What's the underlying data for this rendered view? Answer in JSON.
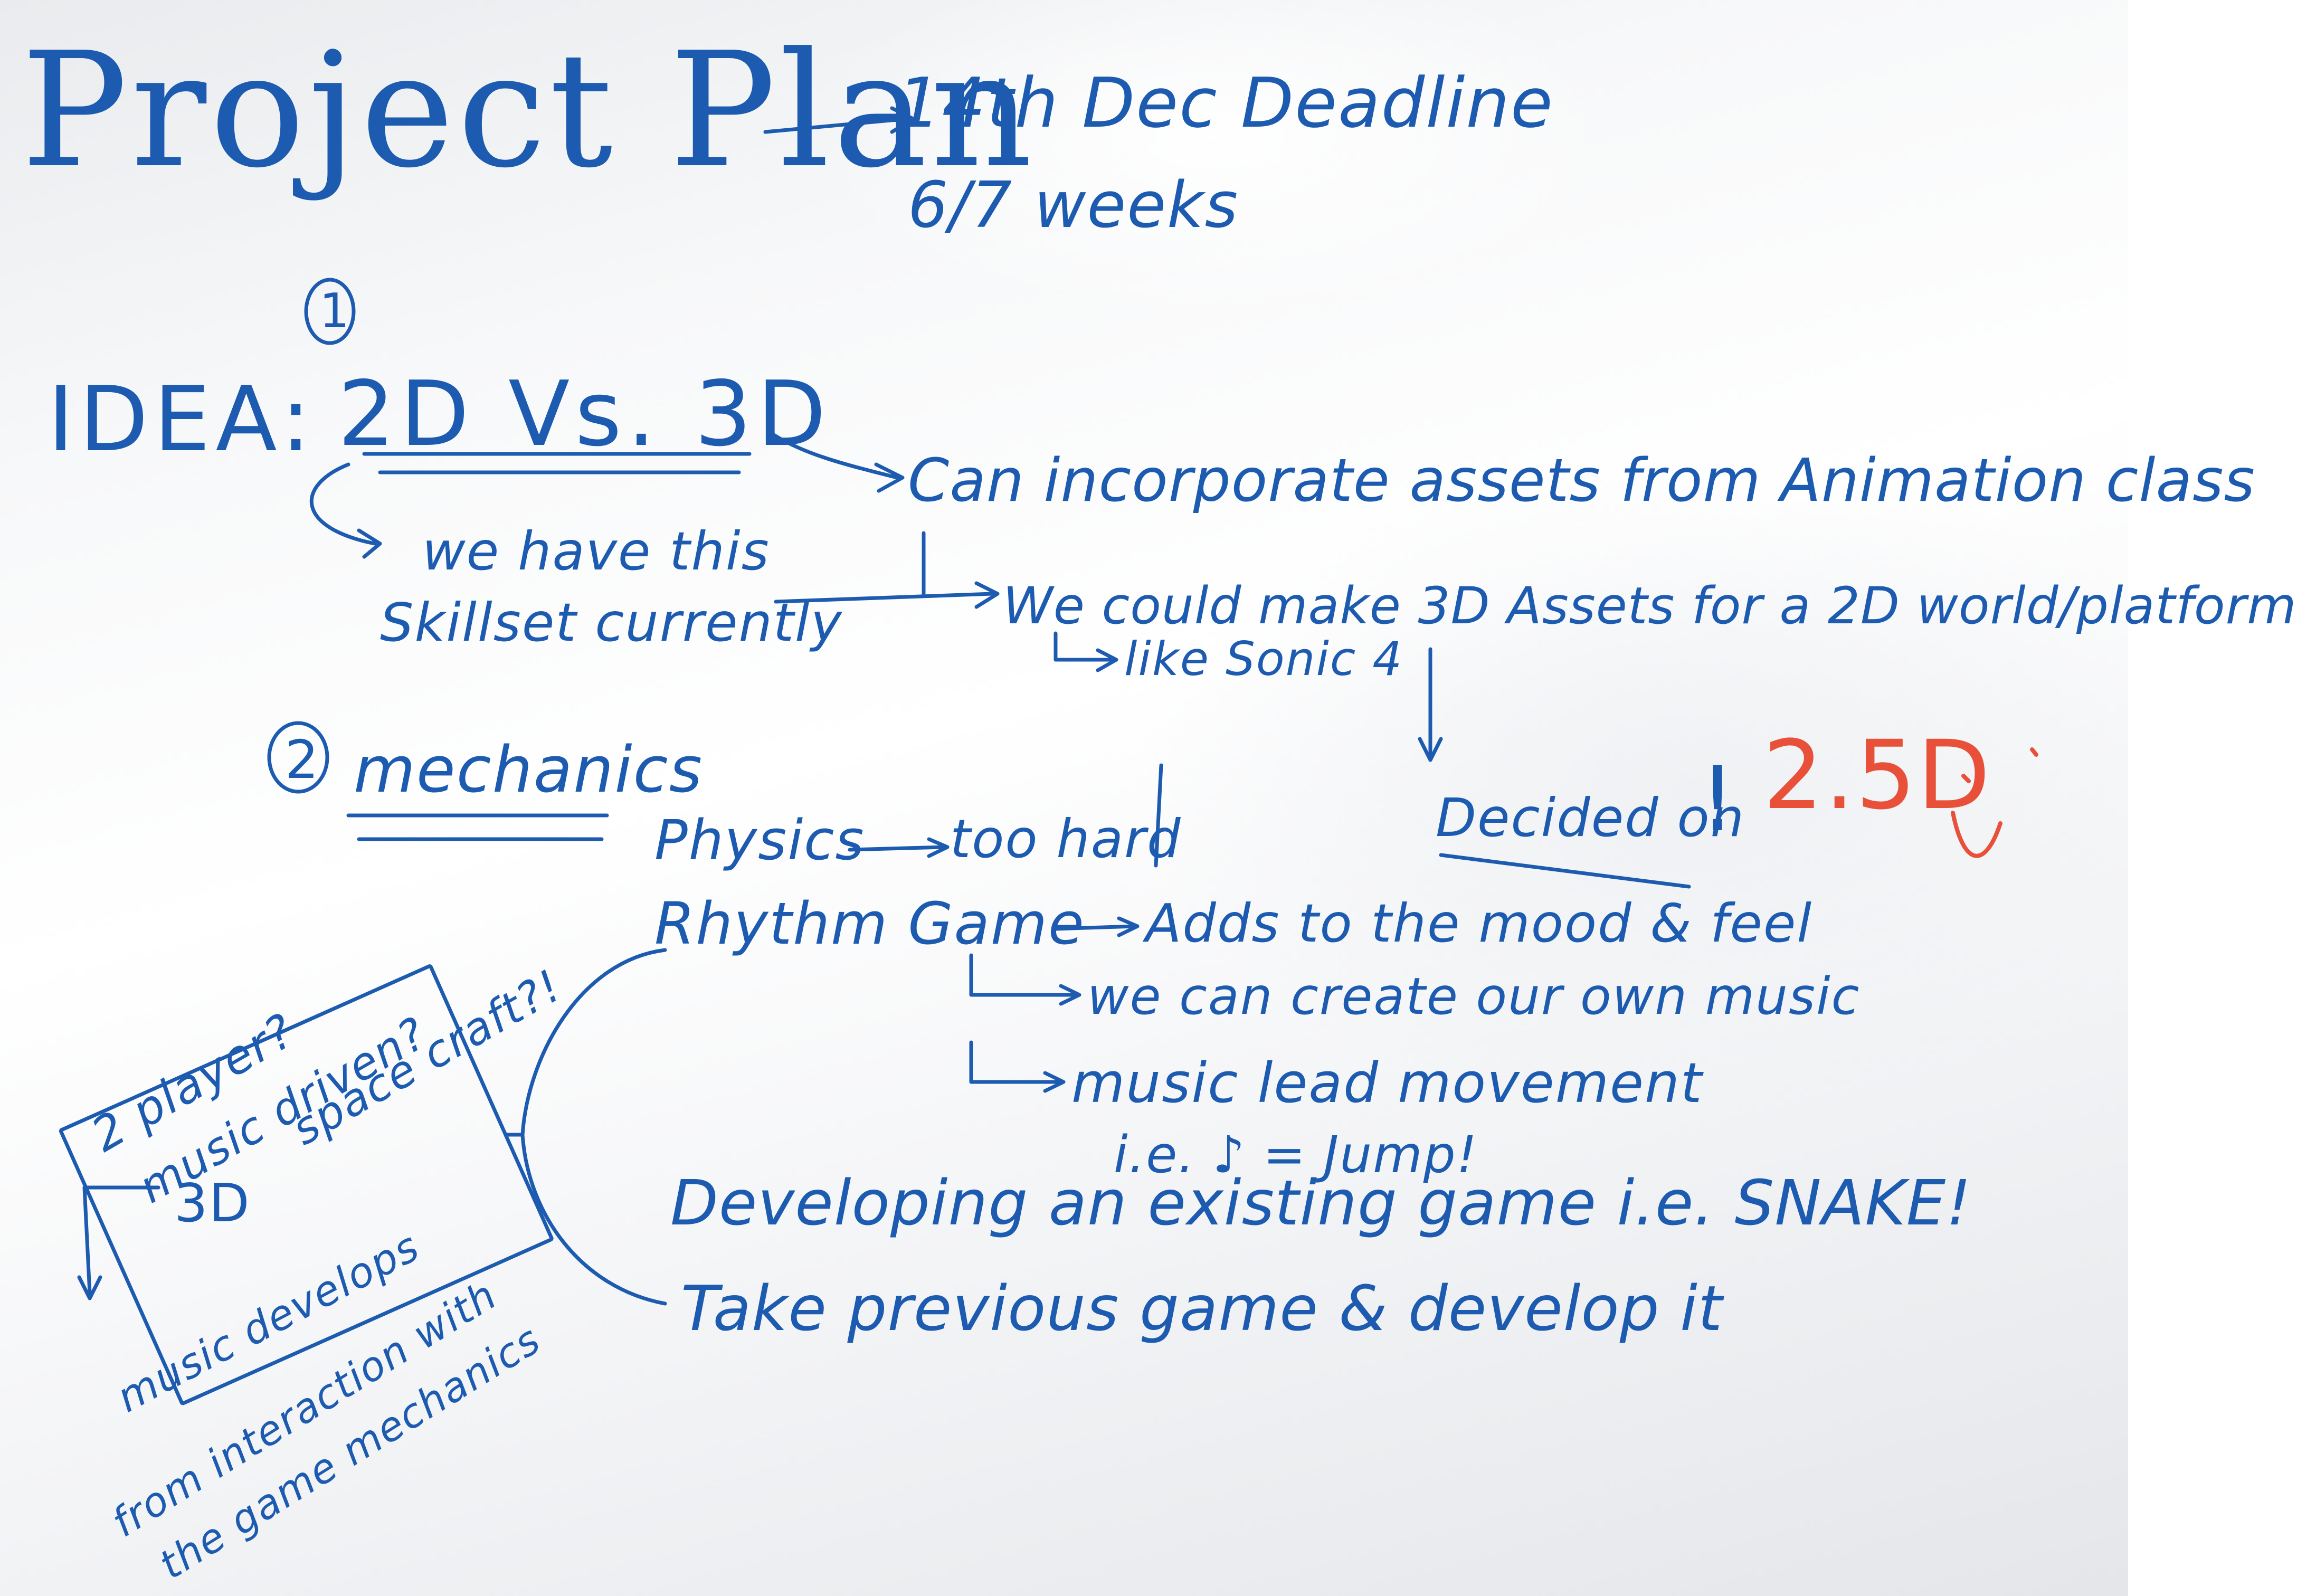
{
  "header": {
    "title": "Project Plan",
    "deadline": "14th Dec Deadline",
    "duration": "6/7 weeks"
  },
  "idea": {
    "number": "1",
    "heading": "IDEA:",
    "topic": "2D Vs. 3D",
    "skillset_line1": "we have this",
    "skillset_line2": "Skillset currently",
    "assets_note": "Can incorporate assets from Animation class",
    "world_note": "We could make 3D Assets for a 2D world/platform",
    "example_note": "like Sonic 4",
    "decision_label": "Decided on",
    "decision_mark": "!",
    "decision_value": "2.5D"
  },
  "mechanics": {
    "number": "2",
    "heading": "mechanics",
    "physics": "Physics",
    "physics_note": "too hard",
    "rhythm": "Rhythm Game",
    "rhythm_note": "Adds to the mood & feel",
    "rhythm_sub1": "we can create our own music",
    "rhythm_sub2": "music lead movement",
    "rhythm_example": "i.e. ♪ = Jump!",
    "existing_game": "Developing an existing game i.e. SNAKE!",
    "previous_game": "Take previous game & develop it"
  },
  "side_notes": {
    "two_player": "2 player?",
    "music_driven": "music driven?",
    "spacecraft": "space craft?!",
    "three_d": "3D",
    "box_line1": "music develops",
    "box_line2": "from interaction with",
    "box_line3": "the game mechanics"
  },
  "colors": {
    "marker_blue": "#1c5bb0",
    "marker_red": "#e8503a",
    "board": "#f4f5f7"
  }
}
